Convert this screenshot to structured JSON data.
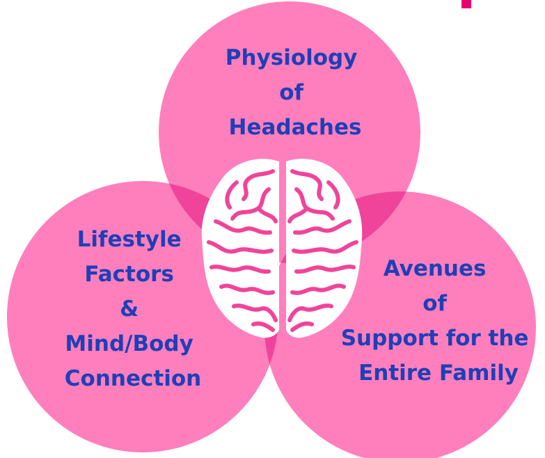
{
  "diagram": {
    "top": {
      "line1": "Physiology",
      "line2": "of",
      "line3": "Headaches"
    },
    "left": {
      "line1": "Lifestyle",
      "line2": "Factors",
      "line3": "&",
      "line4": "Mind/Body",
      "line5": "Connection"
    },
    "right": {
      "line1": "Avenues",
      "line2": "of",
      "line3": "Support for the",
      "line4": "Entire Family"
    }
  },
  "colors": {
    "circle": "#ff7fbd",
    "overlap": "#f0449a",
    "center": "#e8247f",
    "text": "#1f3fb6",
    "brain": "#ffffff"
  }
}
